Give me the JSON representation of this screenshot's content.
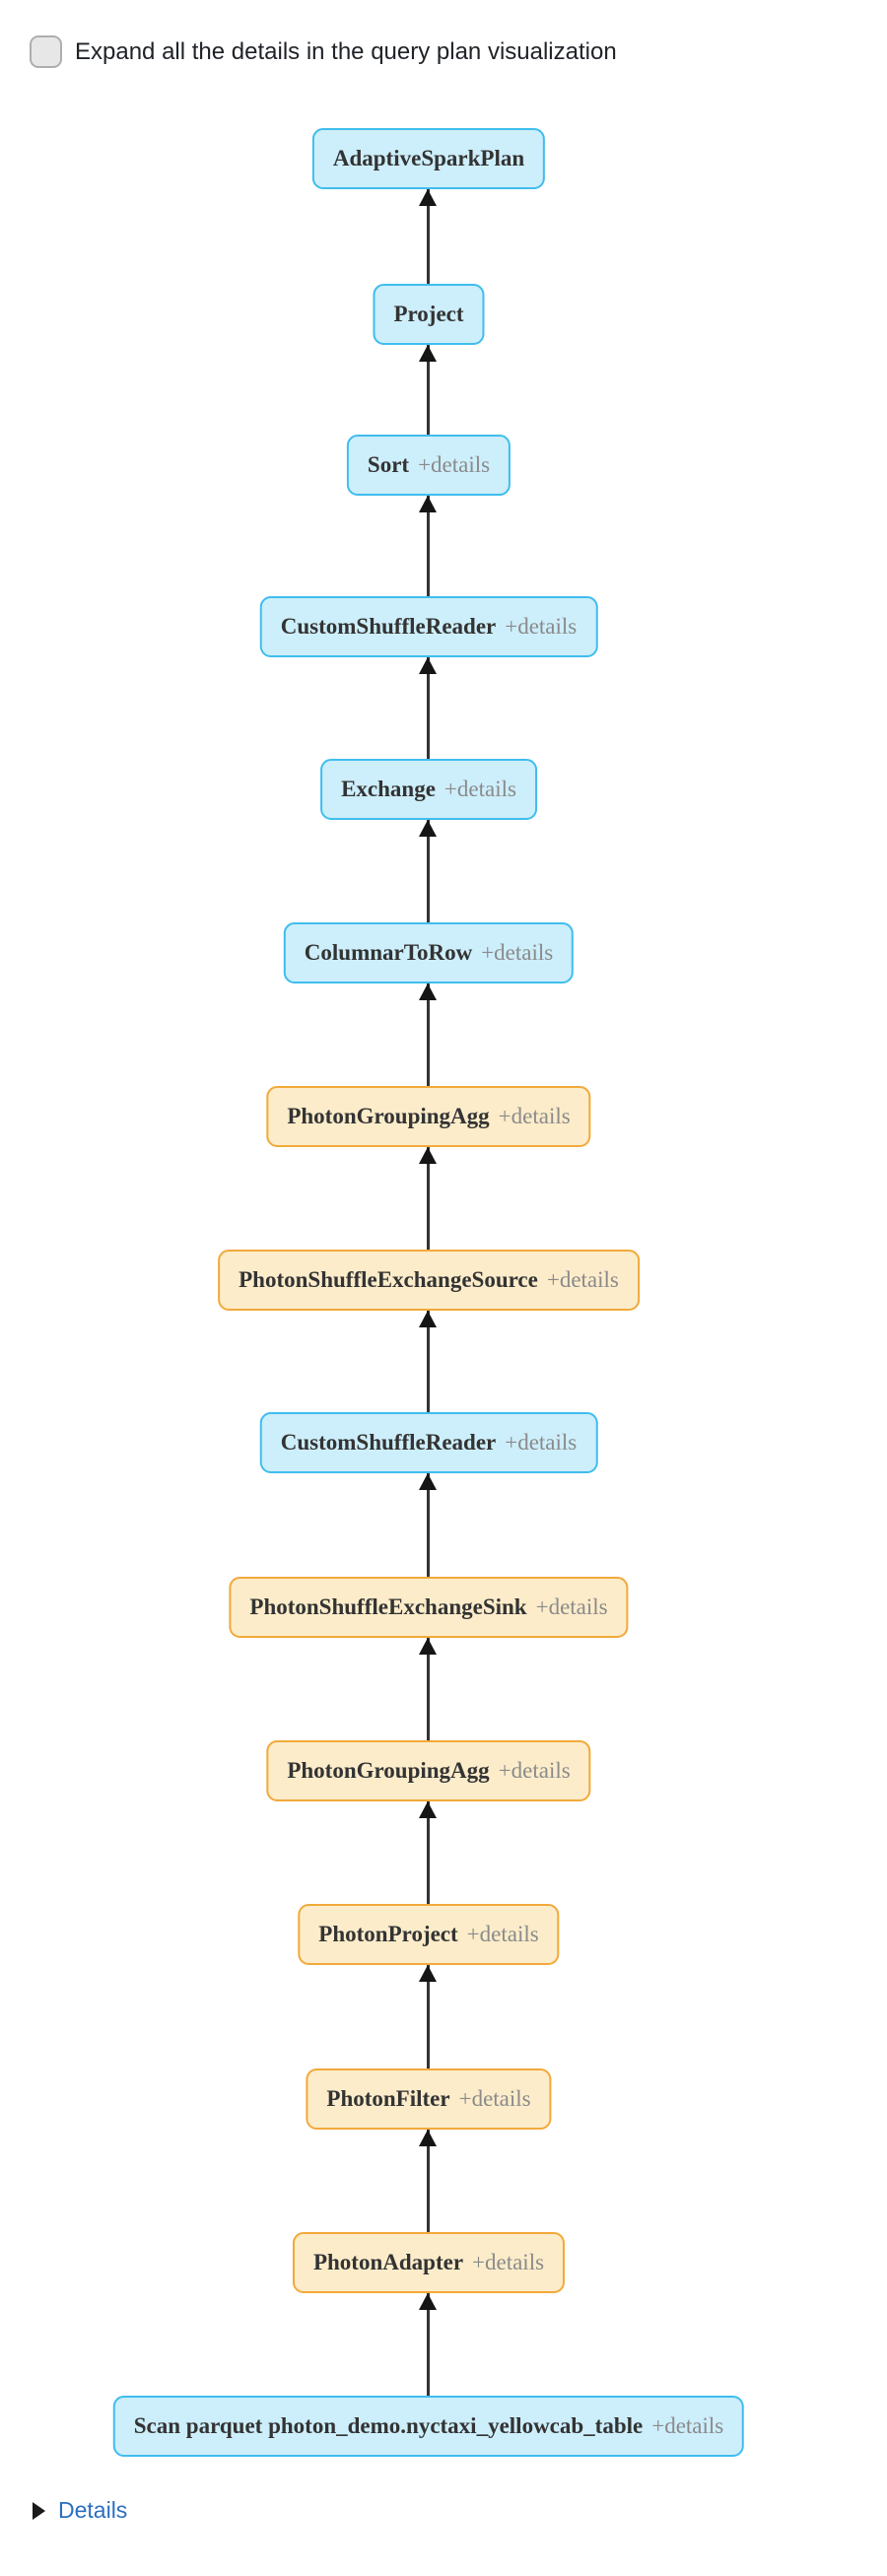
{
  "header": {
    "checkbox_label": "Expand all the details in the query plan visualization",
    "checkbox_checked": false
  },
  "plan": {
    "nodes": [
      {
        "name": "AdaptiveSparkPlan",
        "details": "",
        "type": "spark"
      },
      {
        "name": "Project",
        "details": "",
        "type": "spark"
      },
      {
        "name": "Sort",
        "details": "+details",
        "type": "spark"
      },
      {
        "name": "CustomShuffleReader",
        "details": "+details",
        "type": "spark"
      },
      {
        "name": "Exchange",
        "details": "+details",
        "type": "spark"
      },
      {
        "name": "ColumnarToRow",
        "details": "+details",
        "type": "spark"
      },
      {
        "name": "PhotonGroupingAgg",
        "details": "+details",
        "type": "photon"
      },
      {
        "name": "PhotonShuffleExchangeSource",
        "details": "+details",
        "type": "photon"
      },
      {
        "name": "CustomShuffleReader",
        "details": "+details",
        "type": "spark"
      },
      {
        "name": "PhotonShuffleExchangeSink",
        "details": "+details",
        "type": "photon"
      },
      {
        "name": "PhotonGroupingAgg",
        "details": "+details",
        "type": "photon"
      },
      {
        "name": "PhotonProject",
        "details": "+details",
        "type": "photon"
      },
      {
        "name": "PhotonFilter",
        "details": "+details",
        "type": "photon"
      },
      {
        "name": "PhotonAdapter",
        "details": "+details",
        "type": "photon"
      },
      {
        "name": "Scan parquet photon_demo.nyctaxi_yellowcab_table",
        "details": "+details",
        "type": "spark"
      }
    ]
  },
  "footer": {
    "details_label": "Details"
  },
  "colors": {
    "spark_fill": "#cdeefb",
    "spark_border": "#3fbdee",
    "photon_fill": "#fcecca",
    "photon_border": "#f2a93a",
    "node_text": "#333333",
    "details_text": "#8a8a8a",
    "edge": "#333333",
    "edge_head": "#151515",
    "footer_link": "#2b6fc0",
    "caret": "#1b1b1b",
    "checkbox_fill": "#e7e7e7",
    "checkbox_border": "#aeaeae",
    "label_text": "#1f2328"
  }
}
